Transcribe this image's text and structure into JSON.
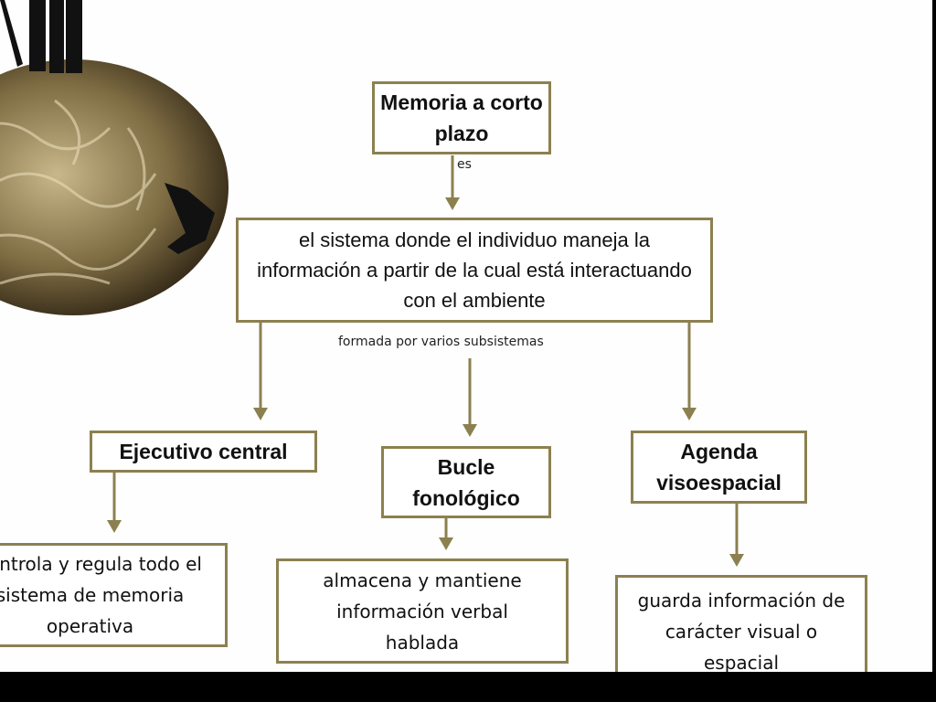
{
  "title_node": "Memoria a corto plazo",
  "link_es": "es",
  "definition": "el sistema donde el individuo maneja la información a partir de la cual está interactuando con el ambiente",
  "link_formada": "formada por varios subsistemas",
  "subsystems": [
    {
      "name": "Ejecutivo central",
      "desc": "controla y regula todo el sistema de memoria operativa"
    },
    {
      "name": "Bucle fonológico",
      "desc": "almacena y mantiene información verbal hablada"
    },
    {
      "name": "Agenda visoespacial",
      "desc": "guarda información de carácter visual o espacial"
    }
  ],
  "colors": {
    "border": "#8c8050",
    "brain": "#7a6a40"
  }
}
